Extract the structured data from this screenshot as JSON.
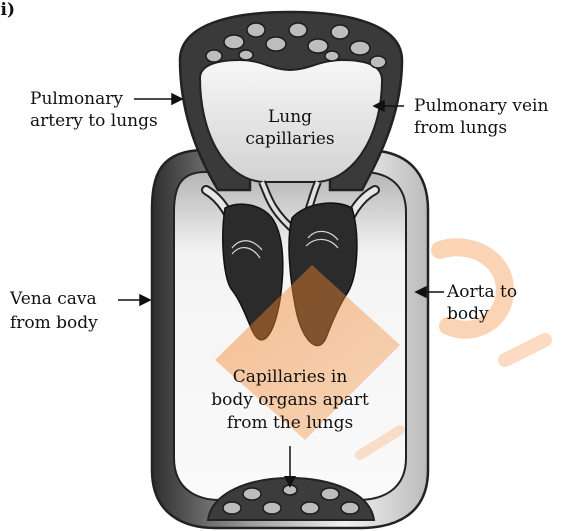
{
  "figure_label": "(ii)",
  "labels": {
    "pulmonary_artery": [
      "Pulmonary",
      "artery to lungs"
    ],
    "pulmonary_vein": [
      "Pulmonary vein",
      "from lungs"
    ],
    "lung_capillaries": [
      "Lung",
      "capillaries"
    ],
    "vena_cava": [
      "Vena cava",
      "from body"
    ],
    "aorta": [
      "Aorta to",
      "body"
    ],
    "body_capillaries": [
      "Capillaries in",
      "body organs apart",
      "from the lungs"
    ]
  },
  "colors": {
    "outline": "#222222",
    "capillary_bed": "#4a4a4a",
    "heart": "#2a2a2a",
    "watermark": "#f47c20"
  }
}
